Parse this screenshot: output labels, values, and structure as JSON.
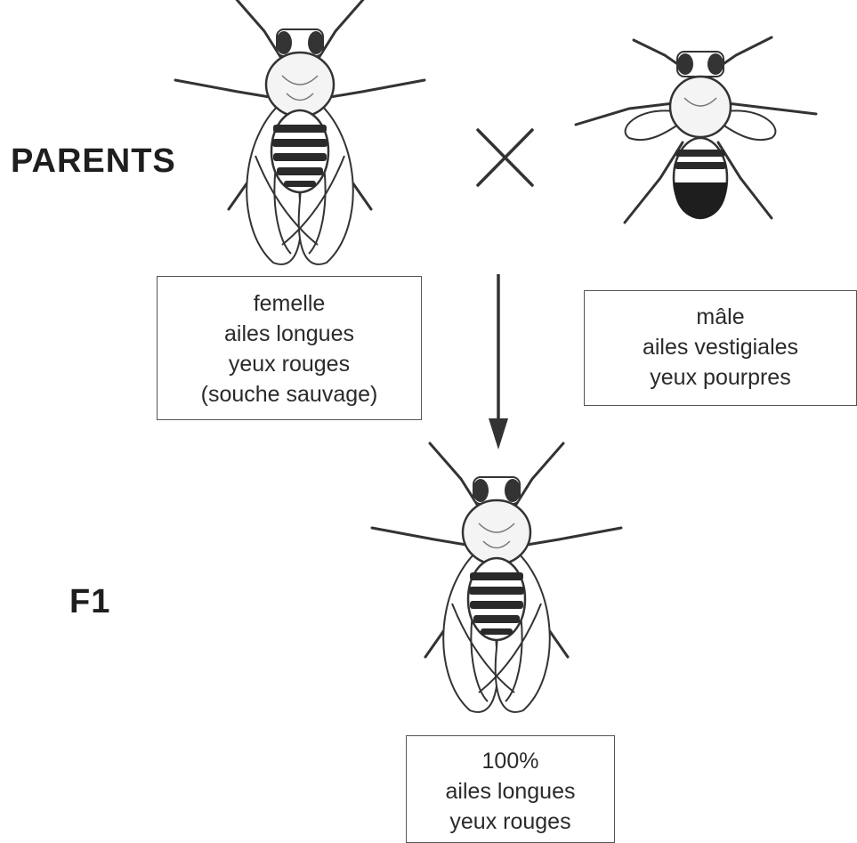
{
  "labels": {
    "parents": "PARENTS",
    "f1": "F1"
  },
  "female": {
    "lines": [
      "femelle",
      "ailes longues",
      "yeux rouges",
      "(souche sauvage)"
    ]
  },
  "male": {
    "lines": [
      "mâle",
      "ailes vestigiales",
      "yeux pourpres"
    ]
  },
  "offspring": {
    "lines": [
      "100%",
      "ailes longues",
      "yeux rouges"
    ]
  },
  "cross_symbol": "cross-sign-icon",
  "colors": {
    "ink": "#1e1e1e",
    "line": "#3a3a3a"
  }
}
